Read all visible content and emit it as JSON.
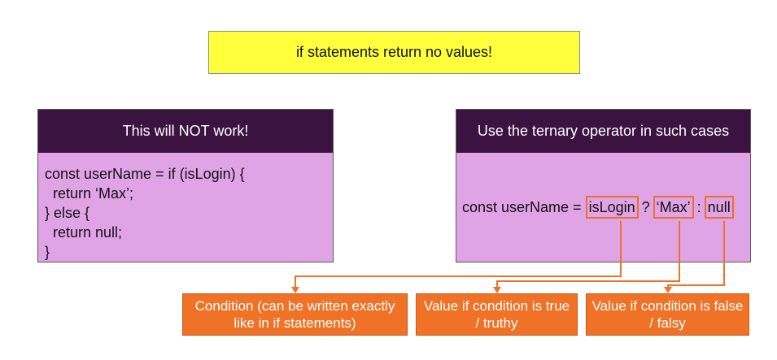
{
  "headline": "if statements return no values!",
  "left_panel": {
    "header": "This will NOT work!",
    "code_lines": [
      "const userName = if (isLogin) {",
      "  return ‘Max’;",
      "} else {",
      "  return null;",
      "}"
    ]
  },
  "right_panel": {
    "header": "Use the ternary operator in such cases",
    "ternary": {
      "prefix": "const userName = ",
      "condition": "isLogin",
      "question": "?",
      "truthy_value": "‘Max’",
      "colon": ":",
      "falsy_value": "null"
    }
  },
  "labels": {
    "condition": "Condition (can be written exactly like in if statements)",
    "truthy": "Value if condition is true / truthy",
    "falsy": "Value if condition is false / falsy"
  },
  "colors": {
    "headline_bg": "#ffff3c",
    "panel_header_bg": "#3b1340",
    "panel_body_bg": "#e0a3e6",
    "accent_orange": "#f07227"
  }
}
